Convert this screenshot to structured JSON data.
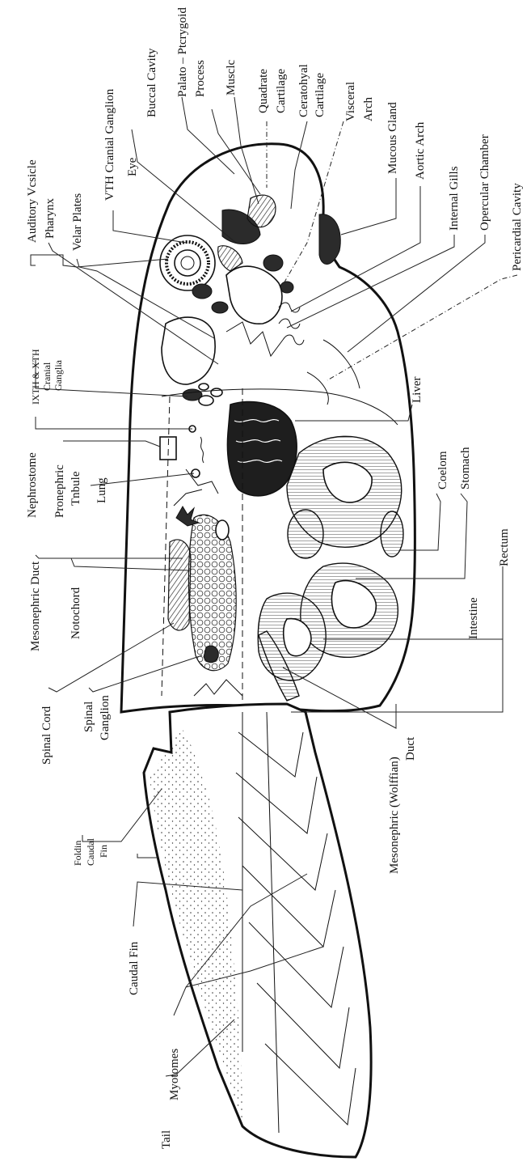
{
  "labels": {
    "auditory_vesicle": "Auditory Vcsicle",
    "vth_cranial_ganglion": "VTH Cranial Ganglion",
    "buccal_cavity": "Buccal Cavity",
    "palato_pterygoid_1": "Palato – Ptcrygoid",
    "palato_pterygoid_2": "Process",
    "muscle": "Musclc",
    "quadrate_1": "Quadrate",
    "quadrate_2": "Cartilage",
    "ceratohyal_1": "Ceratohyal",
    "ceratohyal_2": "Cartilage",
    "visceral_1": "Visceral",
    "visceral_2": "Arch",
    "mucous_gland": "Mucous Gland",
    "aortic_arch": "Aortic Arch",
    "internal_gills": "Internal Gills",
    "opercular_chamber": "Opercular Chamber",
    "pericardial_cavity": "Pericardial Cavity",
    "eye": "Eye",
    "velar_plates": "Velar Plates",
    "pharynx": "Pharynx",
    "cranial_ganglia_1": "IXTH & XTH",
    "cranial_ganglia_2": "Cranial",
    "cranial_ganglia_3": "Ganglia",
    "liver": "Liver",
    "nephrostome": "Nephrostome",
    "pronephric_1": "Pronephric",
    "pronephric_2": "Tnbule",
    "lung": "Lung",
    "coelom": "Coelom",
    "stomach": "Stomach",
    "mesonephric_duct": "Mesonephric Duct",
    "notochord": "Notochord",
    "intestine": "Intestine",
    "rectum": "Rectum",
    "spinal_cord": "Spinal Cord",
    "spinal_ganglion_1": "Spinal",
    "spinal_ganglion_2": "Ganglion",
    "wolffian_1": "Mesonephric (Wolffian)",
    "wolffian_2": "Duct",
    "foldin_1": "Foldin",
    "foldin_2": "Caudal",
    "foldin_3": "Fin",
    "caudal_fin": "Caudal Fin",
    "myotomes": "Myotomes",
    "tail": "Tail"
  }
}
